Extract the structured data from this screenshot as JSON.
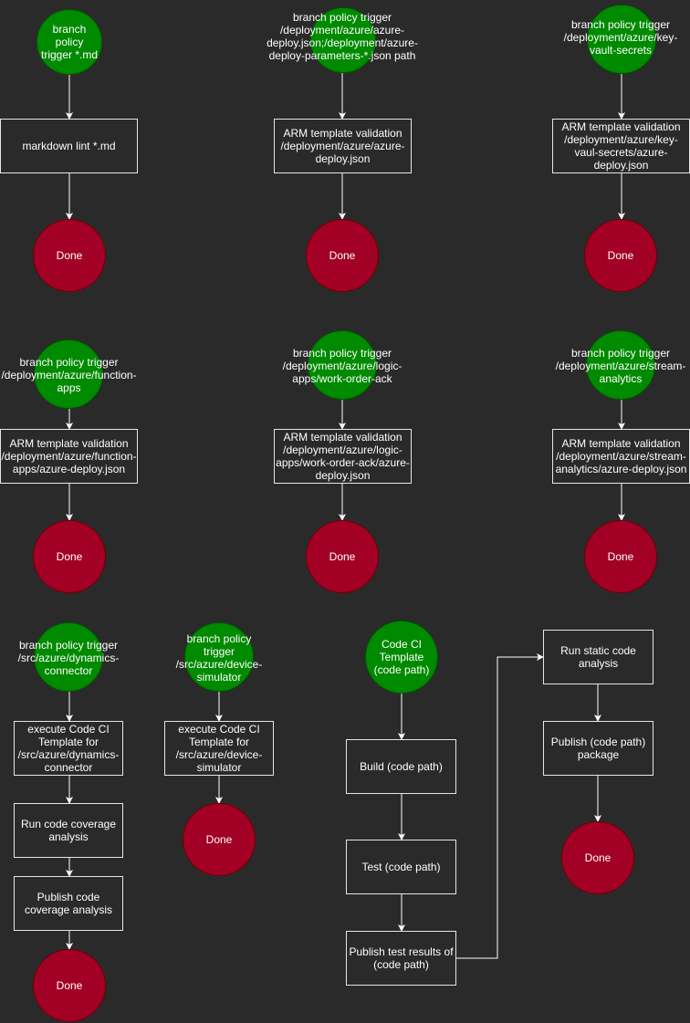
{
  "colors": {
    "background": "#2a2a2a",
    "trigger_fill": "#008a00",
    "done_fill": "#a20025",
    "box_border": "#e6e6e6",
    "edge": "#ffffff"
  },
  "flow1": {
    "trigger": "branch policy\ntrigger *.md",
    "step1": "markdown lint *.md",
    "done": "Done"
  },
  "flow2": {
    "trigger": "branch policy trigger\n/deployment/azure/azure-\ndeploy.json;/deployment/azure-\ndeploy-parameters-*.json path",
    "step1": "ARM template validation\n/deployment/azure/azure-\ndeploy.json",
    "done": "Done"
  },
  "flow3": {
    "trigger": "branch policy trigger\n/deployment/azure/key-\nvault-secrets",
    "step1": "ARM template validation\n/deployment/azure/key-\nvaul-secrets/azure-\ndeploy.json",
    "done": "Done"
  },
  "flow4": {
    "trigger": "branch policy trigger\n/deployment/azure/function-\napps",
    "step1": "ARM template validation\n/deployment/azure/function-\napps/azure-deploy.json",
    "done": "Done"
  },
  "flow5": {
    "trigger": "branch policy trigger\n/deployment/azure/logic-\napps/work-order-ack",
    "step1": "ARM template validation\n/deployment/azure/logic-\napps/work-order-ack/azure-\ndeploy.json",
    "done": "Done"
  },
  "flow6": {
    "trigger": "branch policy trigger\n/deployment/azure/stream-\nanalytics",
    "step1": "ARM template validation\n/deployment/azure/stream-\nanalytics/azure-deploy.json",
    "done": "Done"
  },
  "flow7": {
    "trigger": "branch policy trigger\n/src/azure/dynamics-\nconnector",
    "step1": "execute Code CI\nTemplate for\n/src/azure/dynamics-\nconnector",
    "step2": "Run code coverage\nanalysis",
    "step3": "Publish code\ncoverage analysis",
    "done": "Done"
  },
  "flow8": {
    "trigger": "branch policy\ntrigger\n/src/azure/device-\nsimulator",
    "step1": "execute Code CI\nTemplate for\n/src/azure/device-\nsimulator",
    "done": "Done"
  },
  "flow9": {
    "trigger": "Code CI\nTemplate\n(code path)",
    "step1": "Build (code path)",
    "step2": "Test (code path)",
    "step3": "Publish test results of\n(code path)",
    "step4": "Run static code\nanalysis",
    "step5": "Publish (code path)\npackage",
    "done": "Done"
  }
}
